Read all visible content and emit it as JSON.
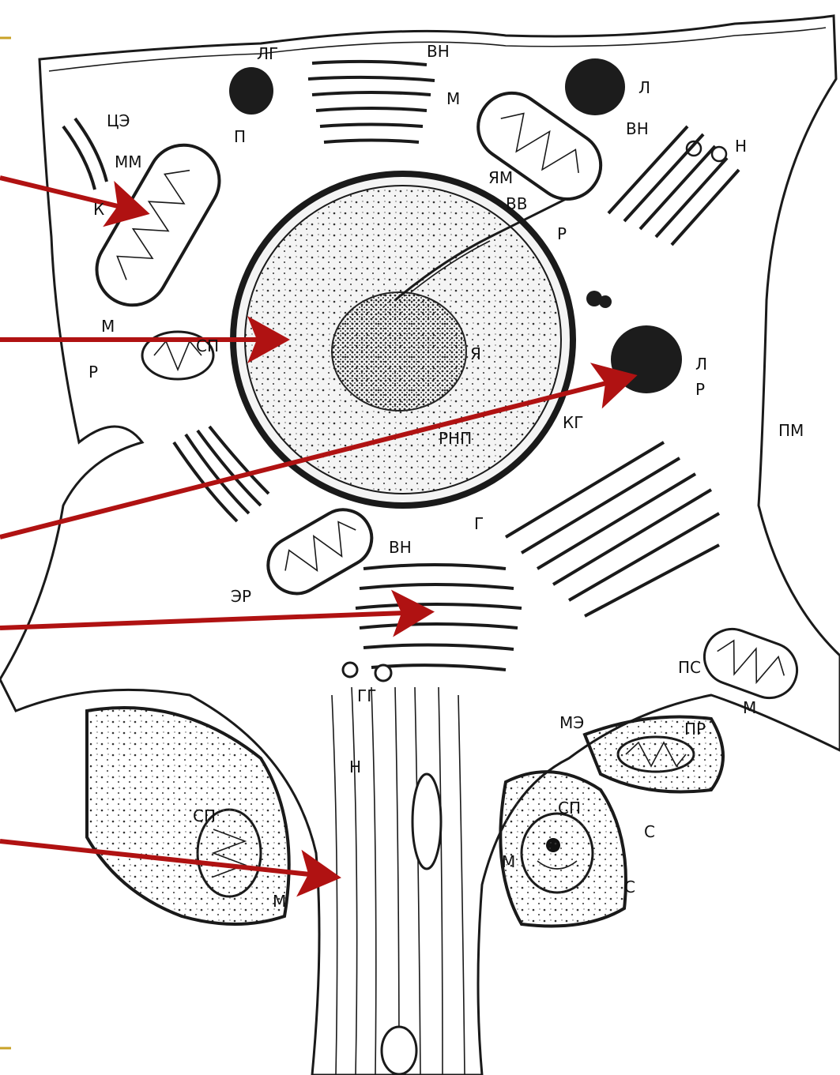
{
  "diagram": {
    "accent_color": "#b01212",
    "frame_mark_color": "#c9a227",
    "labels": [
      {
        "id": "lg",
        "text": "ЛГ"
      },
      {
        "id": "vn_top",
        "text": "ВН"
      },
      {
        "id": "l_top",
        "text": "Л"
      },
      {
        "id": "m_top",
        "text": "М"
      },
      {
        "id": "tse",
        "text": "ЦЭ"
      },
      {
        "id": "p_top",
        "text": "П"
      },
      {
        "id": "vn_right",
        "text": "ВН"
      },
      {
        "id": "n_right",
        "text": "Н"
      },
      {
        "id": "mm",
        "text": "ММ"
      },
      {
        "id": "k",
        "text": "К"
      },
      {
        "id": "yam",
        "text": "ЯМ"
      },
      {
        "id": "vv",
        "text": "ВВ"
      },
      {
        "id": "r_right",
        "text": "Р"
      },
      {
        "id": "m_left",
        "text": "М"
      },
      {
        "id": "sp_left",
        "text": "СП"
      },
      {
        "id": "r_left",
        "text": "Р"
      },
      {
        "id": "ya",
        "text": "Я"
      },
      {
        "id": "l_mid",
        "text": "Л"
      },
      {
        "id": "r_mid",
        "text": "Р"
      },
      {
        "id": "kg",
        "text": "КГ"
      },
      {
        "id": "pm",
        "text": "ПМ"
      },
      {
        "id": "rnp",
        "text": "РНП"
      },
      {
        "id": "g",
        "text": "Г"
      },
      {
        "id": "vn_mid",
        "text": "ВН"
      },
      {
        "id": "er",
        "text": "ЭР"
      },
      {
        "id": "gg",
        "text": "ГГ"
      },
      {
        "id": "ps",
        "text": "ПС"
      },
      {
        "id": "me",
        "text": "МЭ"
      },
      {
        "id": "m_ps",
        "text": "М"
      },
      {
        "id": "pr",
        "text": "ПР"
      },
      {
        "id": "n_bottom",
        "text": "Н"
      },
      {
        "id": "sp_bl",
        "text": "СП"
      },
      {
        "id": "sp_br",
        "text": "СП"
      },
      {
        "id": "s_right",
        "text": "С"
      },
      {
        "id": "m_br",
        "text": "М"
      },
      {
        "id": "s_br",
        "text": "С"
      },
      {
        "id": "m_bl",
        "text": "М"
      }
    ],
    "icons": [
      "arrow-right-icon"
    ]
  }
}
